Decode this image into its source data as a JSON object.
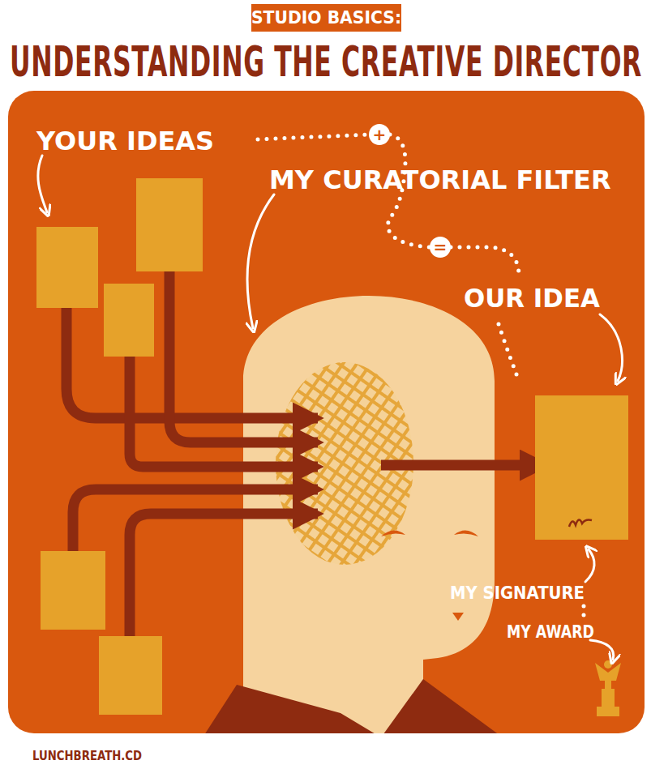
{
  "diagram": {
    "title": "UNDERSTANDING THE CREATIVE DIRECTOR",
    "nodes": [
      {
        "text": [
          "+"
        ]
      },
      {
        "text": [
          "="
        ]
      }
    ],
    "labels": [
      "STUDIO BASICS:",
      "YOUR IDEAS",
      "MY CURATORIAL FILTER",
      "OUR IDEA",
      "MY SIGNATURE",
      "MY AWARD",
      "LUNCHBREATH.CD"
    ]
  }
}
